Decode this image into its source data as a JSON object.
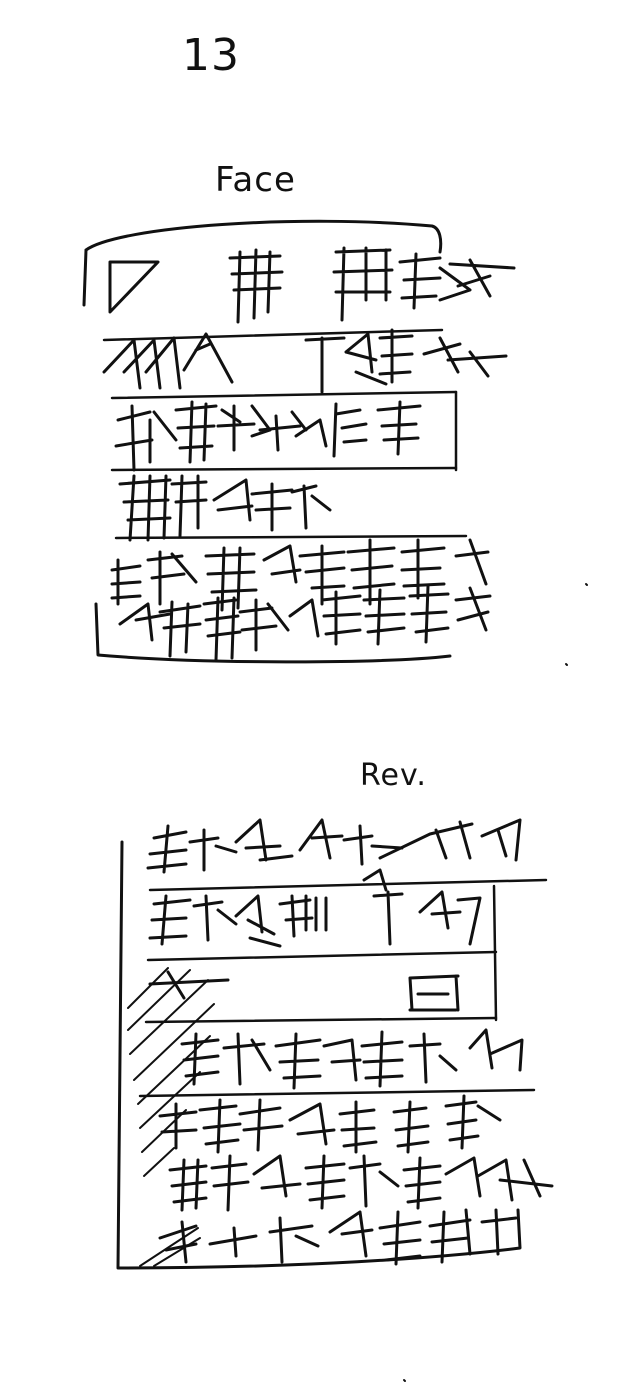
{
  "plate": {
    "number": "13",
    "face_label": "Face",
    "reverse_label": "Rev."
  },
  "drawing": {
    "subject": "cuneiform-tablet-hand-copy",
    "ink_color": "#111111",
    "paper_color": "#ffffff",
    "face_line_count": 6,
    "reverse_line_count": 7
  }
}
